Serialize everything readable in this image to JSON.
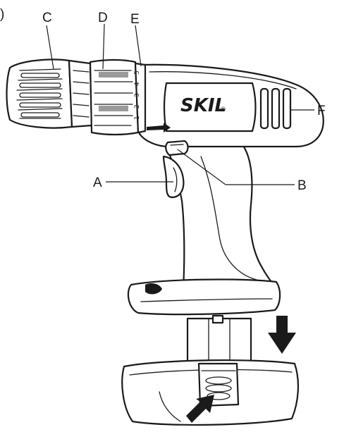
{
  "figure": {
    "fig_marker": ")",
    "brand_logo": "SKIL",
    "speed_scale": [
      "1",
      "2",
      "3",
      "4",
      "5"
    ],
    "callouts": {
      "A": "A",
      "B": "B",
      "C": "C",
      "D": "D",
      "E": "E",
      "F": "F"
    }
  }
}
